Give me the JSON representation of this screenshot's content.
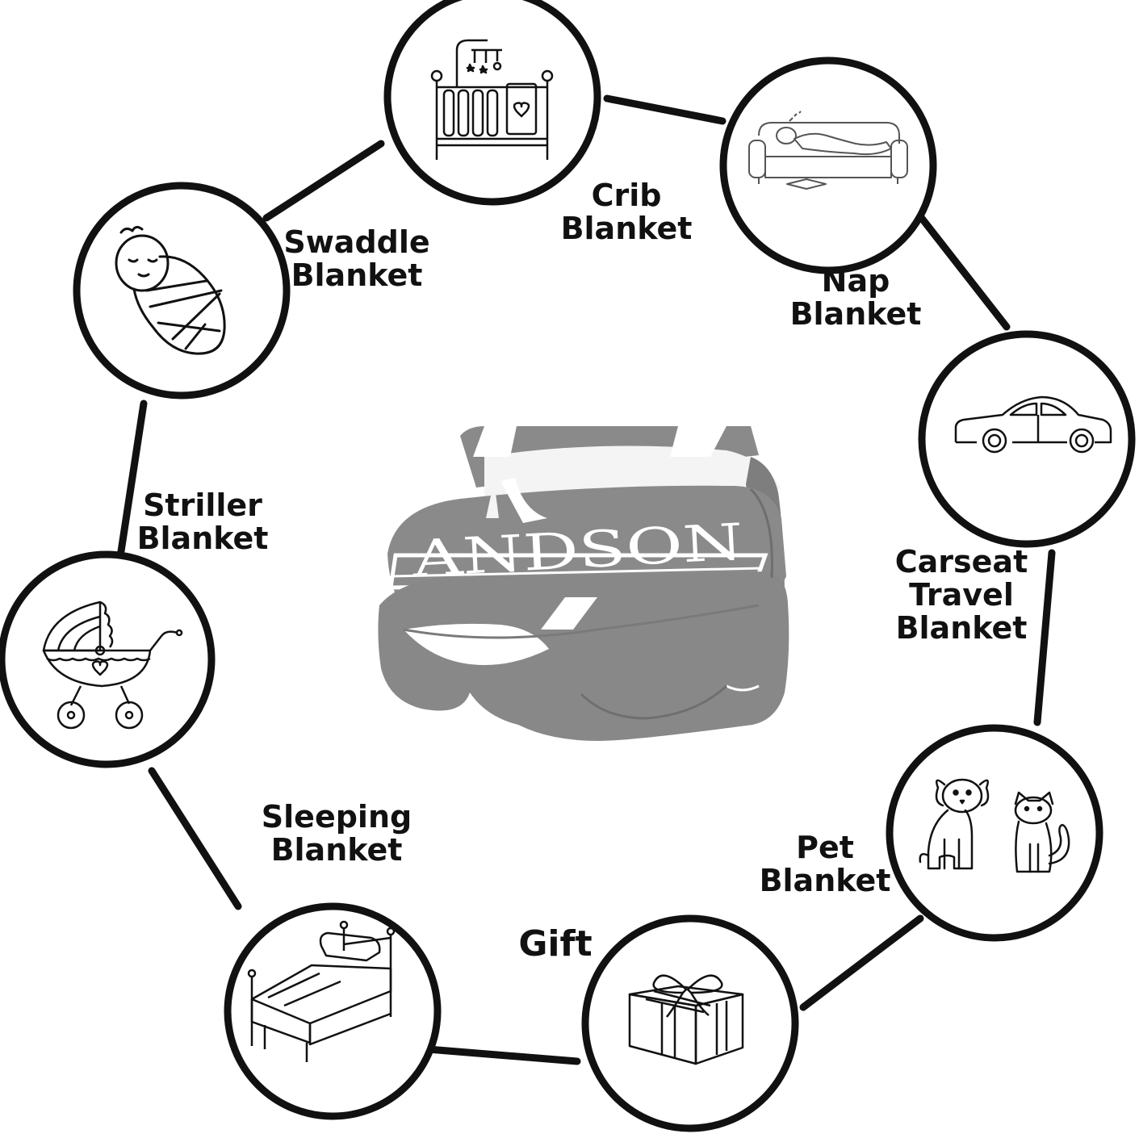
{
  "colors": {
    "ink": "#111111",
    "blanket": "#8a8a8a",
    "blanket_shadow": "#767676",
    "fleece": "#ffffff"
  },
  "center_product": {
    "visible_text": "ANDSON"
  },
  "items": [
    {
      "id": "crib",
      "icon": "crib-icon",
      "label": [
        "Crib",
        "Blanket"
      ]
    },
    {
      "id": "nap",
      "icon": "sleeping-on-sofa-icon",
      "label": [
        "Nap",
        "Blanket"
      ]
    },
    {
      "id": "carseat",
      "icon": "car-icon",
      "label": [
        "Carseat",
        "Travel",
        "Blanket"
      ]
    },
    {
      "id": "pet",
      "icon": "dog-and-cat-icon",
      "label": [
        "Pet",
        "Blanket"
      ]
    },
    {
      "id": "gift",
      "icon": "gift-box-icon",
      "label": [
        "Gift"
      ]
    },
    {
      "id": "sleeping",
      "icon": "bed-icon",
      "label": [
        "Sleeping",
        "Blanket"
      ]
    },
    {
      "id": "stroller",
      "icon": "stroller-icon",
      "label": [
        "Striller",
        "Blanket"
      ]
    },
    {
      "id": "swaddle",
      "icon": "swaddled-baby-icon",
      "label": [
        "Swaddle",
        "Blanket"
      ]
    }
  ]
}
